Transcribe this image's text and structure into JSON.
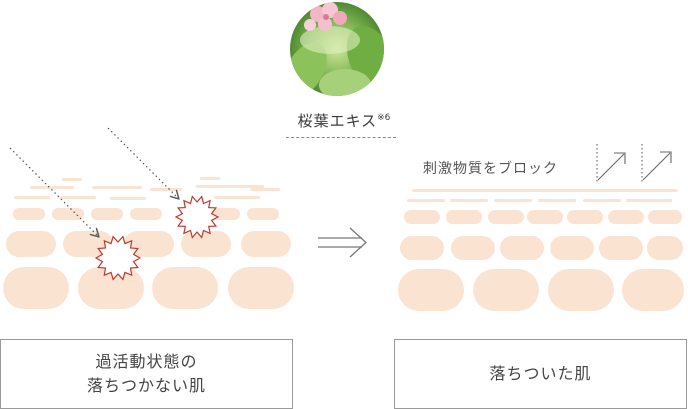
{
  "ingredient": {
    "name": "桜葉エキス",
    "note": "※6",
    "image_icon": "cherry-blossom-leaf-photo"
  },
  "right_panel": {
    "block_text": "刺激物質をブロック"
  },
  "captions": {
    "left": "過活動状態の\n落ちつかない肌",
    "right": "落ちついた肌"
  },
  "arrow_icon": "double-arrow-right-icon",
  "colors": {
    "cell_fill": "#fbe3d2",
    "irritation_outline": "#c0392b",
    "dotted_line": "#555555",
    "caption_border": "#9a9a9a"
  }
}
